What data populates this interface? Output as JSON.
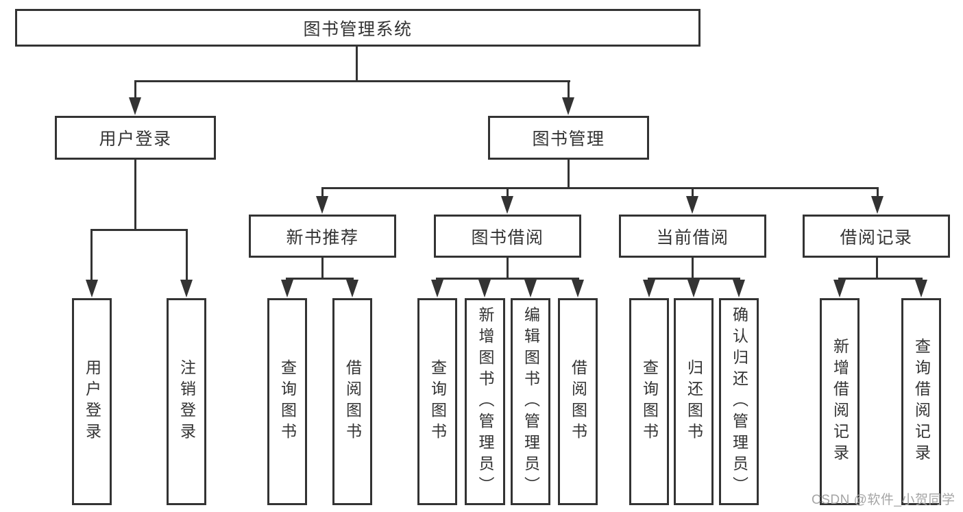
{
  "colors": {
    "line": "#333333",
    "text": "#333333",
    "background": "#ffffff",
    "watermark_gray": "#a5a5a5"
  },
  "watermark": {
    "text": "CSDN @软件_小贺同学"
  },
  "tree": {
    "root": {
      "label": "图书管理系统"
    },
    "branches": [
      {
        "label": "用户登录",
        "children": [
          {
            "label": "用户登录"
          },
          {
            "label": "注销登录"
          }
        ]
      },
      {
        "label": "图书管理",
        "children": [
          {
            "label": "新书推荐",
            "children": [
              {
                "label": "查询图书"
              },
              {
                "label": "借阅图书"
              }
            ]
          },
          {
            "label": "图书借阅",
            "children": [
              {
                "label": "查询图书"
              },
              {
                "label": "新增图书（管理员）"
              },
              {
                "label": "编辑图书（管理员）"
              },
              {
                "label": "借阅图书"
              }
            ]
          },
          {
            "label": "当前借阅",
            "children": [
              {
                "label": "查询图书"
              },
              {
                "label": "归还图书"
              },
              {
                "label": "确认归还（管理员）"
              }
            ]
          },
          {
            "label": "借阅记录",
            "children": [
              {
                "label": "新增借阅记录"
              },
              {
                "label": "查询借阅记录"
              }
            ]
          }
        ]
      }
    ]
  }
}
